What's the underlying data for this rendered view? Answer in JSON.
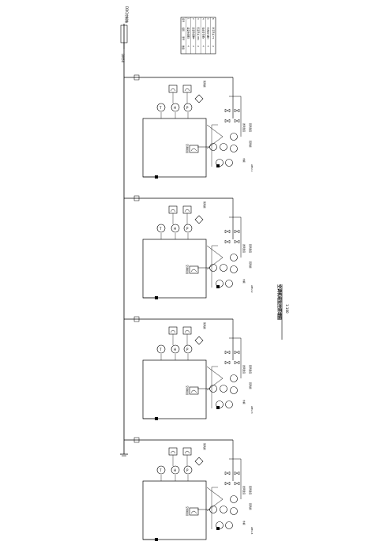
{
  "drawing": {
    "title": "空调机组监控原理图",
    "subtitle": "1:100",
    "header_tag": "DDC控制箱",
    "main_pipe_label": "DN50",
    "colors": {
      "line": "#000000",
      "background": "#ffffff"
    }
  },
  "legend": {
    "rows": [
      [
        "序号",
        "名称",
        "型号",
        "数量"
      ],
      [
        "1",
        "温度传感器",
        "TE",
        "4"
      ],
      [
        "2",
        "湿度传感器",
        "HE",
        "4"
      ],
      [
        "3",
        "压差开关",
        "PdS",
        "4"
      ],
      [
        "4",
        "电动调节阀",
        "TV",
        "4"
      ],
      [
        "5",
        "风阀执行器",
        "DA",
        "4"
      ],
      [
        "6",
        "防冻开关",
        "TS",
        "4"
      ]
    ]
  },
  "units": [
    {
      "id": "AHU-1",
      "box_label": "空调机组",
      "top_labels": [
        "T",
        "H",
        "P"
      ],
      "side_labels": [
        "送风温度",
        "回风温度",
        "新风阀",
        "回风阀",
        "水阀"
      ],
      "bottom_label": "AHU-1"
    },
    {
      "id": "AHU-2",
      "box_label": "空调机组",
      "top_labels": [
        "T",
        "H",
        "P"
      ],
      "side_labels": [
        "送风温度",
        "回风温度",
        "新风阀",
        "回风阀",
        "水阀"
      ],
      "bottom_label": "AHU-2"
    },
    {
      "id": "AHU-3",
      "box_label": "空调机组",
      "top_labels": [
        "T",
        "H",
        "P"
      ],
      "side_labels": [
        "送风温度",
        "回风温度",
        "新风阀",
        "回风阀",
        "水阀"
      ],
      "bottom_label": "AHU-3"
    },
    {
      "id": "AHU-4",
      "box_label": "空调机组",
      "top_labels": [
        "T",
        "H",
        "P"
      ],
      "side_labels": [
        "送风温度",
        "回风温度",
        "新风阀",
        "回风阀",
        "水阀"
      ],
      "bottom_label": "AHU-4"
    }
  ]
}
